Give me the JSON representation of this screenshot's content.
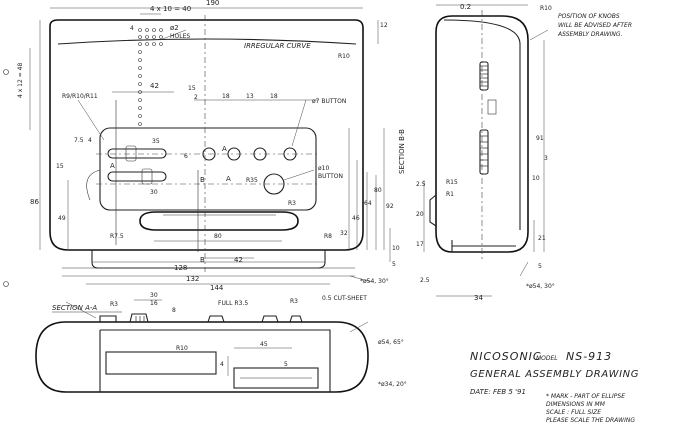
{
  "title_block": {
    "company": "NICOSONIC",
    "model_prefix": "MODEL",
    "model_number": "NS-913",
    "drawing_title": "GENERAL ASSEMBLY DRAWING",
    "date": "DATE: FEB 5 '91",
    "notes": [
      "* MARK - PART OF ELLIPSE",
      "DIMENSIONS IN MM",
      "SCALE : FULL SIZE",
      "PLEASE SCALE THE DRAWING"
    ]
  },
  "front_view": {
    "labels": {
      "holes_spec": "4 x 10 = 40",
      "holes_dia": "ø2",
      "holes_word": "HOLES",
      "irregular_curve": "IRREGULAR CURVE",
      "top_radius": "R10",
      "left_radius": "R9/R10/R11",
      "button_7": "ø7 BUTTON",
      "button_10": "ø10",
      "button_word": "BUTTON",
      "slot_radius": "R7.5",
      "base_radius": "R8",
      "r35": "R35",
      "r3": "R3",
      "ellipse_mark": "*ø54, 30°",
      "section_bb": "SECTION B-B",
      "mark_a_top": "A",
      "mark_a_left": "A",
      "mark_a_mid": "A",
      "mark_b_left": "B",
      "mark_b_base": "B"
    },
    "dims": {
      "width_total": "190",
      "width_inner": "144",
      "width_body": "132",
      "width_base": "128",
      "slot_length": "80",
      "button_span_42": "42",
      "base_offset_42": "42",
      "gap_15": "15",
      "gap_2": "2",
      "pitch_18a": "18",
      "pitch_13": "13",
      "pitch_18b": "18",
      "knob_35": "35",
      "knob_4": "4",
      "knob_30": "30",
      "left_4x12": "4 x 12 = 48",
      "left_75": "7.5",
      "left_15": "15",
      "height_86": "86",
      "height_49": "49",
      "right_6": "6",
      "right_32": "32",
      "right_46": "46",
      "right_64": "64",
      "right_80": "80",
      "right_92": "92",
      "right_12": "12",
      "right_5": "5",
      "right_10": "10"
    }
  },
  "side_view": {
    "labels": {
      "top_radius": "R10",
      "note_line1": "POSITION OF KNOBS",
      "note_line2": "WILL BE ADVISED AFTER",
      "note_line3": "ASSEMBLY DRAWING.",
      "r15": "R15",
      "r1": "R1",
      "ellipse_mark": "*ø54, 30°"
    },
    "dims": {
      "top_gap": "0.2",
      "depth": "34",
      "h3": "3",
      "h10": "10",
      "h17": "17",
      "h20": "20",
      "h25": "2.5",
      "h21": "21",
      "h5": "5",
      "base_25": "2.5",
      "side_91": "91"
    }
  },
  "top_view": {
    "labels": {
      "section_aa": "SECTION A-A",
      "r3_left": "R3",
      "full_r35": "FULL R3.5",
      "r3_right": "R3",
      "cut_sheet": "0.5 CUT-SHEET",
      "r10": "R10",
      "ellipse_top": "ø54, 65°",
      "ellipse_bottom": "*ø34, 20°"
    },
    "dims": {
      "w30": "30",
      "w16": "16",
      "w8": "8",
      "d45": "45",
      "d4": "4",
      "d5": "5"
    }
  }
}
